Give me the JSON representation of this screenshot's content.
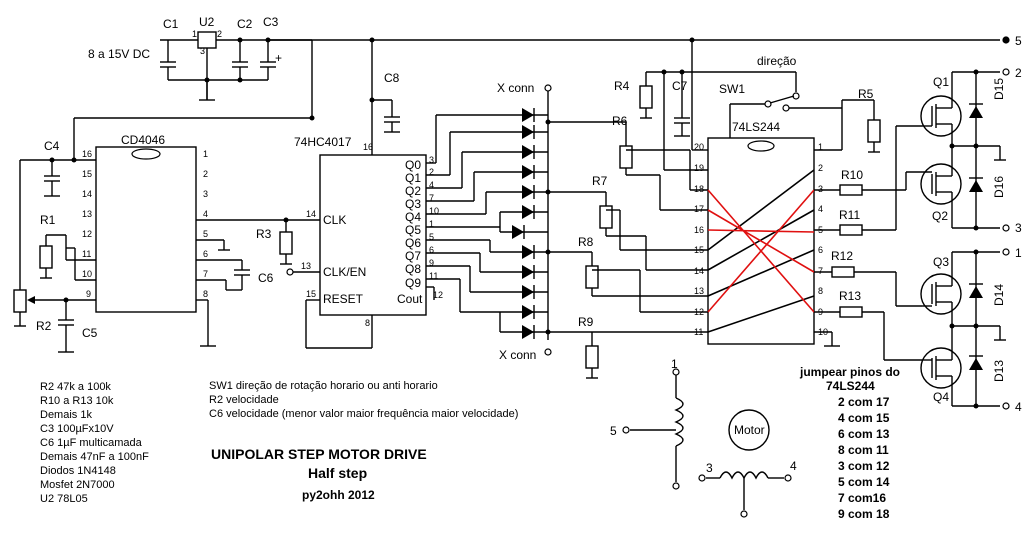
{
  "supply": {
    "label": "8 a 15V DC"
  },
  "components": {
    "c1": "C1",
    "u2": "U2",
    "c2": "C2",
    "c3": "C3",
    "c4": "C4",
    "c5": "C5",
    "c6": "C6",
    "c7": "C7",
    "c8": "C8",
    "r1": "R1",
    "r2": "R2",
    "r3": "R3",
    "r4": "R4",
    "r5": "R5",
    "r6": "R6",
    "r7": "R7",
    "r8": "R8",
    "r9": "R9",
    "r10": "R10",
    "r11": "R11",
    "r12": "R12",
    "r13": "R13",
    "q1": "Q1",
    "q2": "Q2",
    "q3": "Q3",
    "q4": "Q4",
    "d13": "D13",
    "d14": "D14",
    "d15": "D15",
    "d16": "D16",
    "sw1": "SW1",
    "plus": "+"
  },
  "chips": {
    "cd4046": "CD4046",
    "hc4017": "74HC4017",
    "ls244": "74LS244"
  },
  "hc4017_pins": {
    "clk": "CLK",
    "clken": "CLK/EN",
    "reset": "RESET",
    "q0": "Q0",
    "q1": "Q1",
    "q2": "Q2",
    "q3": "Q3",
    "q4": "Q4",
    "q5": "Q5",
    "q6": "Q6",
    "q7": "Q7",
    "q8": "Q8",
    "q9": "Q9",
    "cout": "Cout"
  },
  "labels": {
    "xconn_top": "X conn",
    "xconn_bottom": "X conn",
    "direction": "direção",
    "motor": "Motor",
    "out1": "1",
    "out2": "2",
    "out3": "3",
    "out4": "4",
    "out5": "5",
    "m1": "1",
    "m3": "3",
    "m4": "4",
    "m5": "5"
  },
  "notes_left": [
    "R2 47k a 100k",
    "R10 a R13 10k",
    "Demais 1k",
    "C3 100µFx10V",
    "C6 1µF multicamada",
    "Demais 47nF a 100nF",
    "Diodos 1N4148",
    "Mosfet 2N7000",
    "U2 78L05"
  ],
  "notes_mid": [
    "SW1 direção de rotação horario ou anti horario",
    "R2 velocidade",
    "C6 velocidade (menor valor maior frequência maior velocidade)"
  ],
  "title": {
    "line1": "UNIPOLAR STEP MOTOR DRIVE",
    "line2": "Half step",
    "line3": "py2ohh 2012"
  },
  "jumpers": {
    "heading1": "jumpear pinos do",
    "heading2": "74LS244",
    "items": [
      "2 com 17",
      "4 com 15",
      "6 com 13",
      "8 com 11",
      "3 com 12",
      "5 com 14",
      "7 com16",
      "9 com 18"
    ]
  }
}
